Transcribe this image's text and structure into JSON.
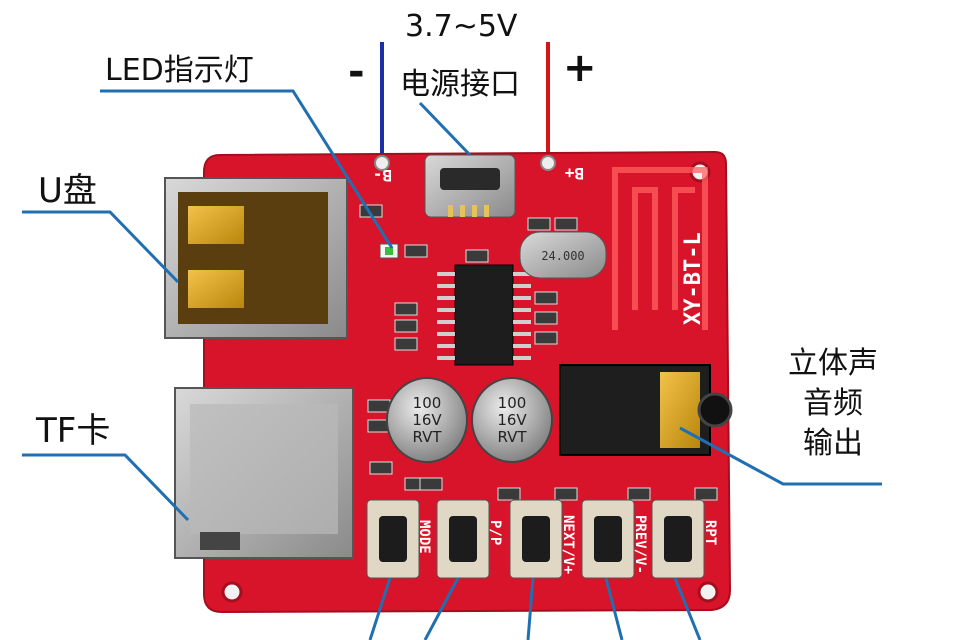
{
  "image": {
    "subject": "Bluetooth audio decoder module (red PCB) with labeled connectors",
    "colors": {
      "pcb": "#d8142a",
      "pcb_dark": "#b00f20",
      "callout_line": "#1f6fb2",
      "negative_wire": "#1a2fa8",
      "positive_wire": "#d8141b",
      "silkscreen": "#ffffff"
    }
  },
  "labels": {
    "voltage": "3.7~5V",
    "minus": "-",
    "plus": "+",
    "power_port": "电源接口",
    "led": "LED指示灯",
    "usb": "U盘",
    "tf": "TF卡",
    "audio_line1": "立体声",
    "audio_line2": "音频",
    "audio_line3": "输出"
  },
  "silkscreen": {
    "b_minus": "B-",
    "b_plus": "B+",
    "board_name": "XY-BT-L",
    "crystal": "24.000",
    "cap_text": [
      "100",
      "16V",
      "RVT"
    ],
    "buttons": [
      "MODE",
      "P/P",
      "NEXT/V+",
      "PREV/V-",
      "RPT"
    ]
  }
}
